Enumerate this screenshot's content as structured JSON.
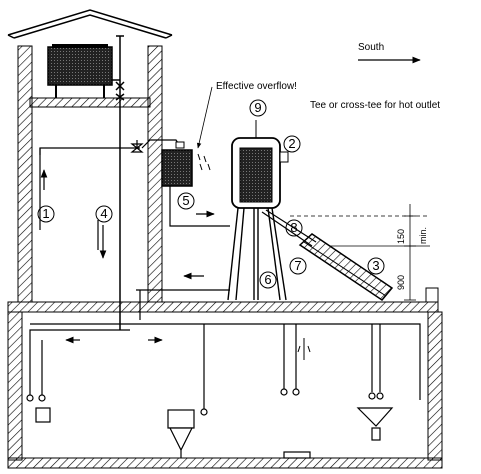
{
  "labels": {
    "south": "South",
    "overflow": "Effective overflow!",
    "tee": "Tee or cross-tee for hot outlet"
  },
  "numbers": {
    "n1": "1",
    "n2": "2",
    "n3": "3",
    "n4": "4",
    "n5": "5",
    "n6": "6",
    "n7": "7",
    "n8": "8",
    "n9": "9"
  },
  "dimensions": {
    "d150": "150",
    "d900": "900",
    "min": "min."
  }
}
